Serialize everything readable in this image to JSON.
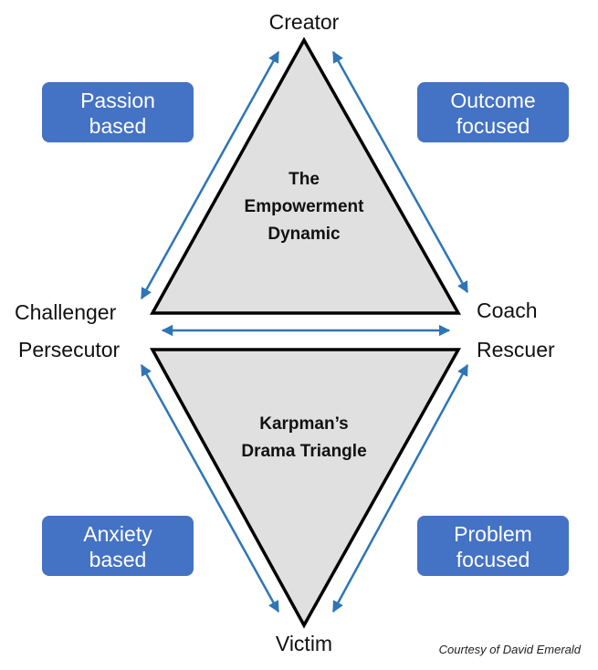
{
  "top_triangle": {
    "title_lines": [
      "The",
      "Empowerment",
      "Dynamic"
    ],
    "apex_label": "Creator",
    "left_label": "Challenger",
    "right_label": "Coach"
  },
  "bottom_triangle": {
    "title_lines": [
      "Karpman’s",
      "Drama Triangle"
    ],
    "left_label": "Persecutor",
    "right_label": "Rescuer",
    "bottom_label": "Victim"
  },
  "boxes": {
    "top_left": [
      "Passion",
      "based"
    ],
    "top_right": [
      "Outcome",
      "focused"
    ],
    "bottom_left": [
      "Anxiety",
      "based"
    ],
    "bottom_right": [
      "Problem",
      "focused"
    ]
  },
  "credit": "Courtesy of David Emerald",
  "colors": {
    "box_fill": "#4472C4",
    "arrow": "#2E75B6",
    "triangle_fill": "#E0E0E0",
    "triangle_stroke": "#000000"
  }
}
